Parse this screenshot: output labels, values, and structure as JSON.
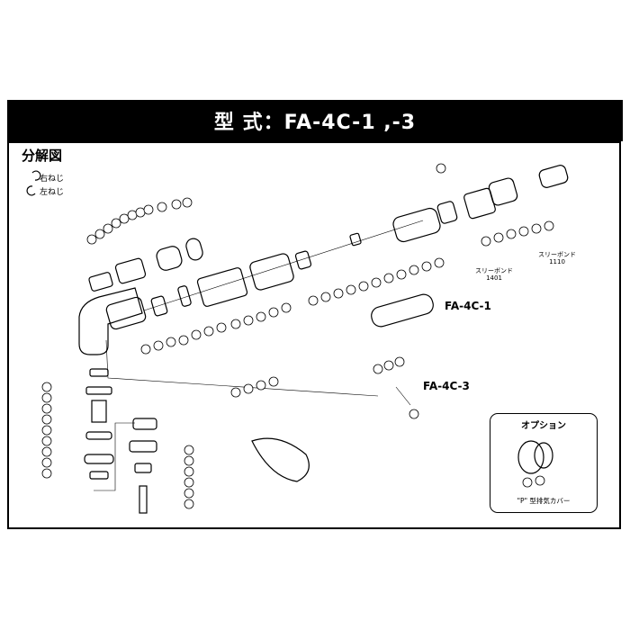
{
  "title": "型 式：FA-4C-1 ,-3",
  "heading": "分解図",
  "legend": {
    "right_thread": "右ねじ",
    "left_thread": "左ねじ"
  },
  "models": {
    "model_1": "FA-4C-1",
    "model_3": "FA-4C-3"
  },
  "notes": {
    "threelock_1401": {
      "line1": "スリーボンド",
      "line2": "1401"
    },
    "threelock_1110": {
      "line1": "スリーボンド",
      "line2": "1110"
    }
  },
  "option": {
    "title": "オプション",
    "caption": "\"P\" 型排気カバー"
  },
  "icons": {
    "right_thread": "cw-arrow-icon",
    "left_thread": "ccw-arrow-icon"
  }
}
